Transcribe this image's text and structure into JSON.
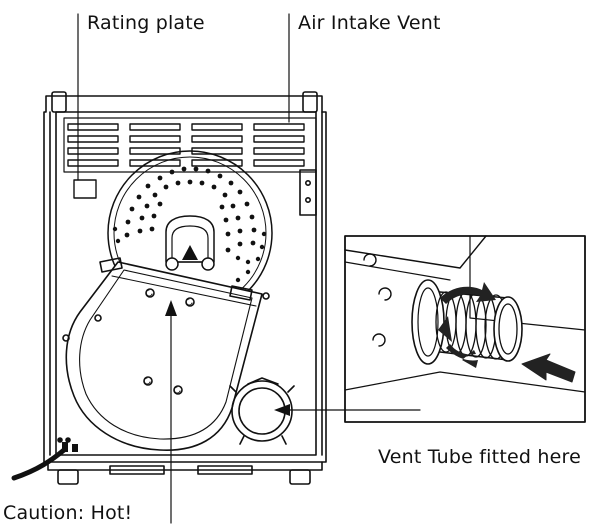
{
  "labels": {
    "rating_plate": "Rating plate",
    "air_intake_vent": "Air Intake Vent",
    "vent_tube_fitted": "Vent Tube fitted here",
    "caution_hot": "Caution: Hot!"
  },
  "colors": {
    "line": "#111111",
    "background": "#ffffff",
    "dark_fill": "#222222"
  }
}
